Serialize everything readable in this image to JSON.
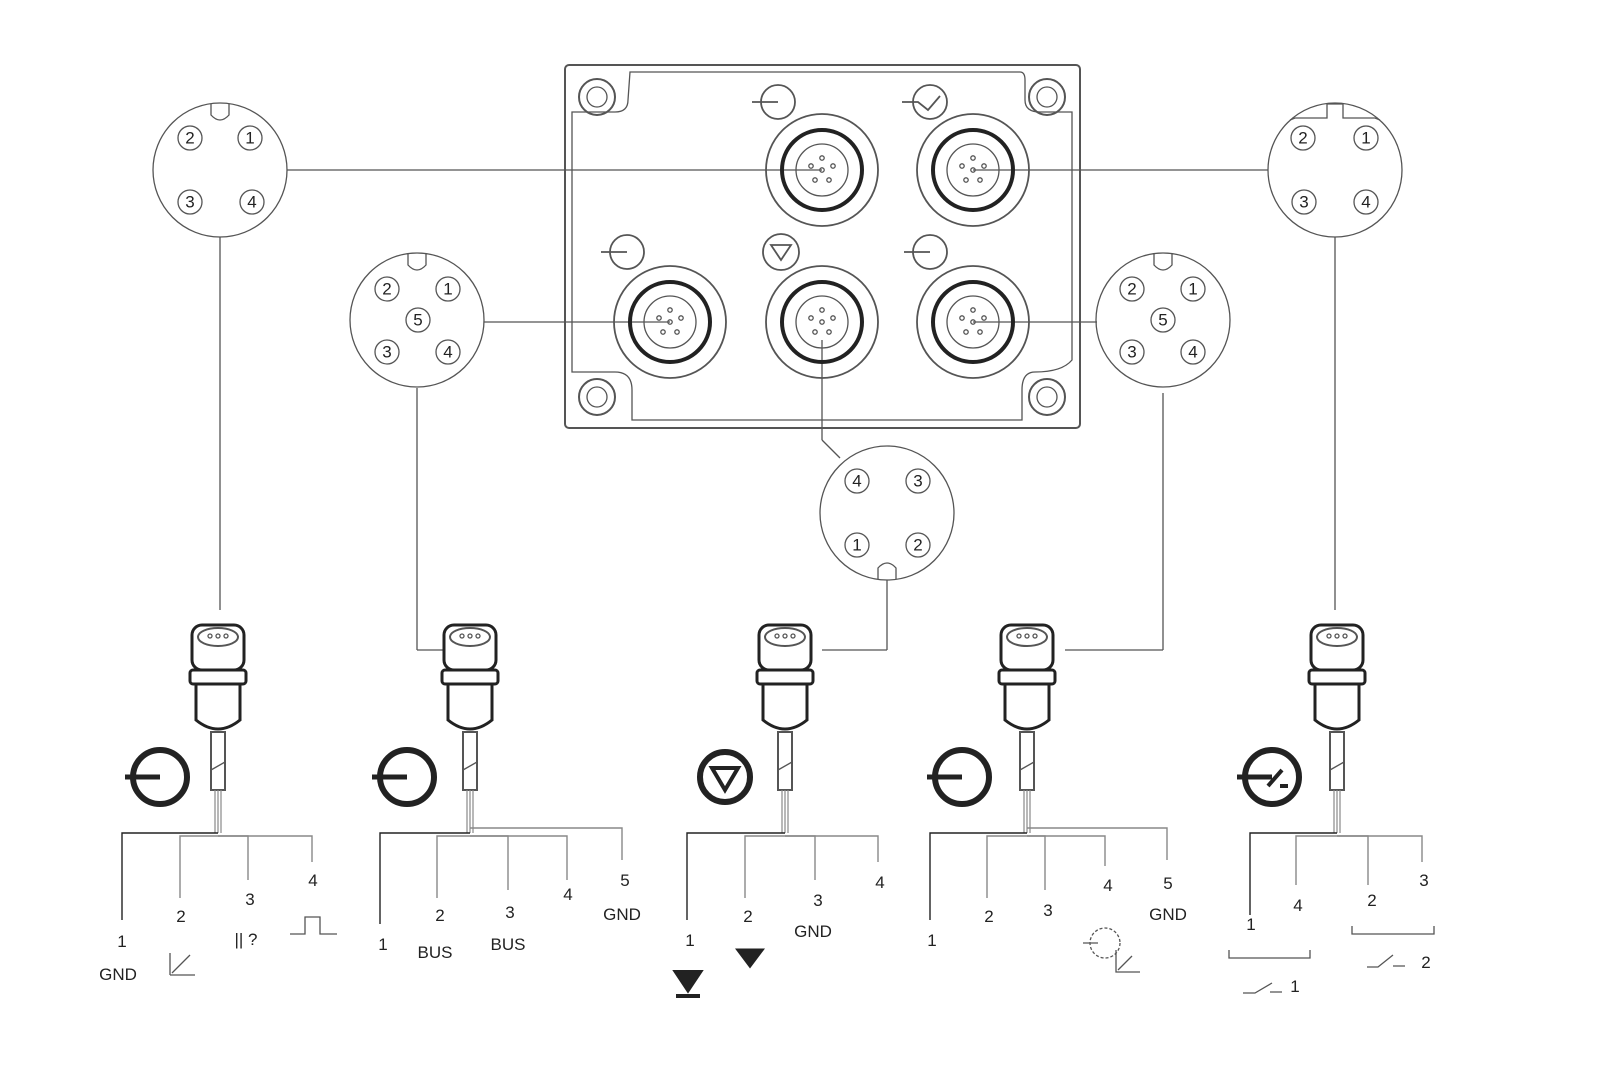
{
  "colors": {
    "line": "#555555",
    "dark": "#222222",
    "wire": "#888888"
  },
  "housing": {
    "ports": [
      "ac-input",
      "ac-output",
      "bus",
      "level-sensor",
      "analog-output"
    ]
  },
  "faces": [
    {
      "id": "face-top-left",
      "pins": [
        "2",
        "1",
        "3",
        "4"
      ]
    },
    {
      "id": "face-top-right",
      "pins": [
        "2",
        "1",
        "3",
        "4"
      ]
    },
    {
      "id": "face-mid-left",
      "pins": [
        "2",
        "1",
        "5",
        "3",
        "4"
      ]
    },
    {
      "id": "face-mid-right",
      "pins": [
        "2",
        "1",
        "5",
        "3",
        "4"
      ]
    },
    {
      "id": "face-bottom-center",
      "pins": [
        "4",
        "3",
        "1",
        "2"
      ]
    }
  ],
  "cables": [
    {
      "icon": "digital-input-icon",
      "wires": [
        {
          "n": "1",
          "label": "GND"
        },
        {
          "n": "2",
          "label": ""
        },
        {
          "n": "3",
          "label": "|| ?"
        },
        {
          "n": "4",
          "label": ""
        }
      ]
    },
    {
      "icon": "bus-icon",
      "wires": [
        {
          "n": "1",
          "label": ""
        },
        {
          "n": "2",
          "label": "BUS"
        },
        {
          "n": "3",
          "label": "BUS"
        },
        {
          "n": "4",
          "label": ""
        },
        {
          "n": "5",
          "label": "GND"
        }
      ]
    },
    {
      "icon": "level-sensor-icon",
      "wires": [
        {
          "n": "1",
          "label": ""
        },
        {
          "n": "2",
          "label": ""
        },
        {
          "n": "3",
          "label": "GND"
        },
        {
          "n": "4",
          "label": ""
        }
      ]
    },
    {
      "icon": "analog-output-icon",
      "wires": [
        {
          "n": "1",
          "label": ""
        },
        {
          "n": "2",
          "label": ""
        },
        {
          "n": "3",
          "label": ""
        },
        {
          "n": "4",
          "label": ""
        },
        {
          "n": "5",
          "label": "GND"
        }
      ]
    },
    {
      "icon": "switch-output-icon",
      "wires": [
        {
          "n": "1",
          "label": ""
        },
        {
          "n": "4",
          "label": ""
        },
        {
          "n": "2",
          "label": ""
        },
        {
          "n": "3",
          "label": ""
        }
      ],
      "switch_labels": [
        "1",
        "2"
      ]
    }
  ]
}
